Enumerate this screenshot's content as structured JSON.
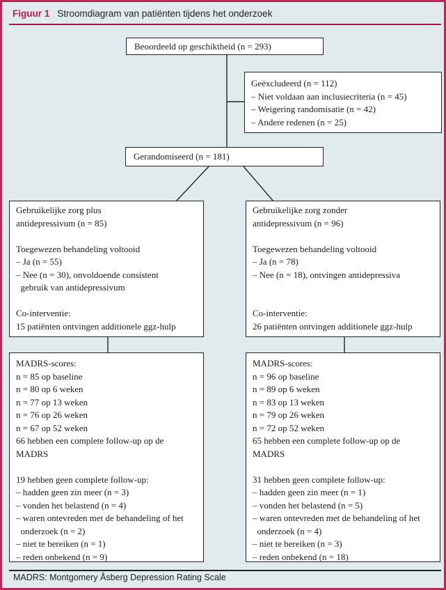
{
  "header": {
    "label": "Figuur 1",
    "title": "Stroomdiagram van patiënten tijdens het onderzoek"
  },
  "colors": {
    "accent": "#b51c4b",
    "frame_border": "#b62a57",
    "background": "#e1ebed",
    "box_border": "#222222",
    "text": "#1c1c1c"
  },
  "boxes": {
    "assessed": {
      "text": "Beoordeeld op geschiktheid (n = 293)"
    },
    "excluded": {
      "lines": [
        "Geëxcludeerd (n = 112)",
        "– Niet voldaan aan inclusiecriteria (n = 45)",
        "– Weigering randomisatie (n = 42)",
        "– Andere redenen (n = 25)"
      ]
    },
    "randomized": {
      "text": "Gerandomiseerd (n = 181)"
    },
    "arm_left": {
      "lines": [
        "Gebruikelijke zorg plus",
        "antidepressivum (n = 85)",
        "",
        "Toegewezen behandeling voltooid",
        "– Ja (n = 55)",
        "– Nee (n = 30), onvoldoende consistent",
        "  gebruik van antidepressivum",
        "",
        "Co-interventie:",
        "15 patiënten ontvingen additionele ggz-hulp"
      ]
    },
    "arm_right": {
      "lines": [
        "Gebruikelijke zorg zonder",
        "antidepressivum (n = 96)",
        "",
        "Toegewezen behandeling voltooid",
        "– Ja (n = 78)",
        "– Nee (n = 18), ontvingen antidepressiva",
        "",
        "",
        "Co-interventie:",
        "26 patiënten ontvingen additionele ggz-hulp"
      ]
    },
    "madrs_left": {
      "lines": [
        "MADRS-scores:",
        "n = 85 op baseline",
        "n = 80 op 6 weken",
        "n = 77 op 13 weken",
        "n = 76 op 26 weken",
        "n = 67 op 52 weken",
        "66 hebben een complete follow-up op de",
        "MADRS",
        "",
        "19 hebben geen complete follow-up:",
        "– hadden geen zin meer (n = 3)",
        "– vonden het belastend (n = 4)",
        "– waren ontevreden met de behandeling of het",
        "  onderzoek (n = 2)",
        "– niet te bereiken (n = 1)",
        "– reden onbekend (n = 9)"
      ]
    },
    "madrs_right": {
      "lines": [
        "MADRS-scores:",
        "n = 96 op baseline",
        "n = 89 op 6 weken",
        "n = 83 op 13 weken",
        "n = 79 op 26 weken",
        "n = 72 op 52 weken",
        "65 hebben een complete follow-up op de",
        "MADRS",
        "",
        "31 hebben geen complete follow-up:",
        "– hadden geen zin meer (n = 1)",
        "– vonden het belastend (n = 5)",
        "– waren ontevreden met de behandeling of het",
        "  onderzoek (n = 4)",
        "– niet te bereiken (n = 3)",
        "– reden onbekend (n = 18)"
      ]
    }
  },
  "footnote": "MADRS: Montgomery Åsberg Depression Rating Scale"
}
